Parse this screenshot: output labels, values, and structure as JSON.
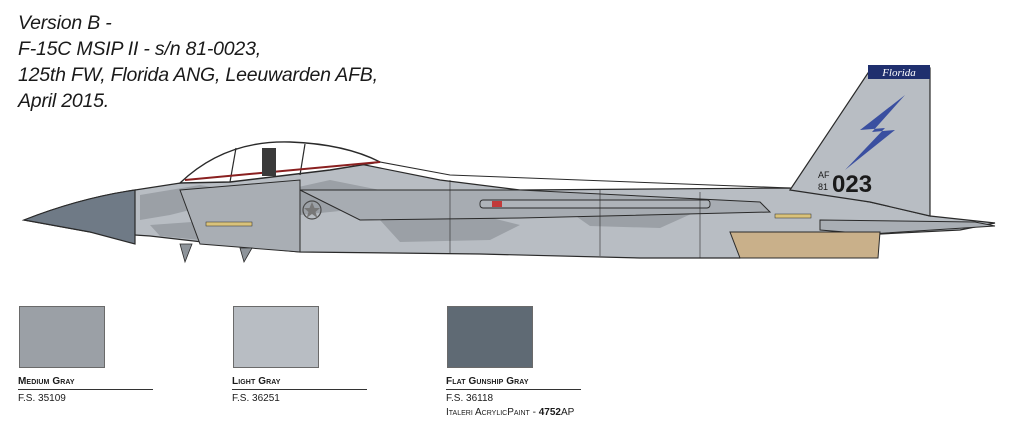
{
  "caption": {
    "line1": "Version B -",
    "line2": "F-15C MSIP II - s/n 81-0023,",
    "line3": "125th FW, Florida ANG, Leeuwarden AFB,",
    "line4": "April 2015."
  },
  "aircraft": {
    "tail_band_text": "Florida",
    "tail_prefix_top": "AF",
    "tail_prefix_bottom": "81",
    "tail_number": "023"
  },
  "colors": {
    "medium_gray": "#9ba0a6",
    "light_gray": "#b8bdc3",
    "flat_gunship_gray": "#5f6a74",
    "radome": "#6f7a86",
    "tail_band": "#1f2f6e",
    "exhaust": "#c9b08a"
  },
  "swatches": [
    {
      "name": "Medium Gray",
      "code": "F.S. 35109",
      "color": "#9ba0a6"
    },
    {
      "name": "Light Gray",
      "code": "F.S. 36251",
      "color": "#b8bdc3"
    },
    {
      "name": "Flat Gunship Gray",
      "code": "F.S. 36118",
      "color": "#5f6a74",
      "paint_brand": "Italeri AcrylicPaint - ",
      "paint_code": "4752",
      "paint_suffix": "AP"
    }
  ]
}
